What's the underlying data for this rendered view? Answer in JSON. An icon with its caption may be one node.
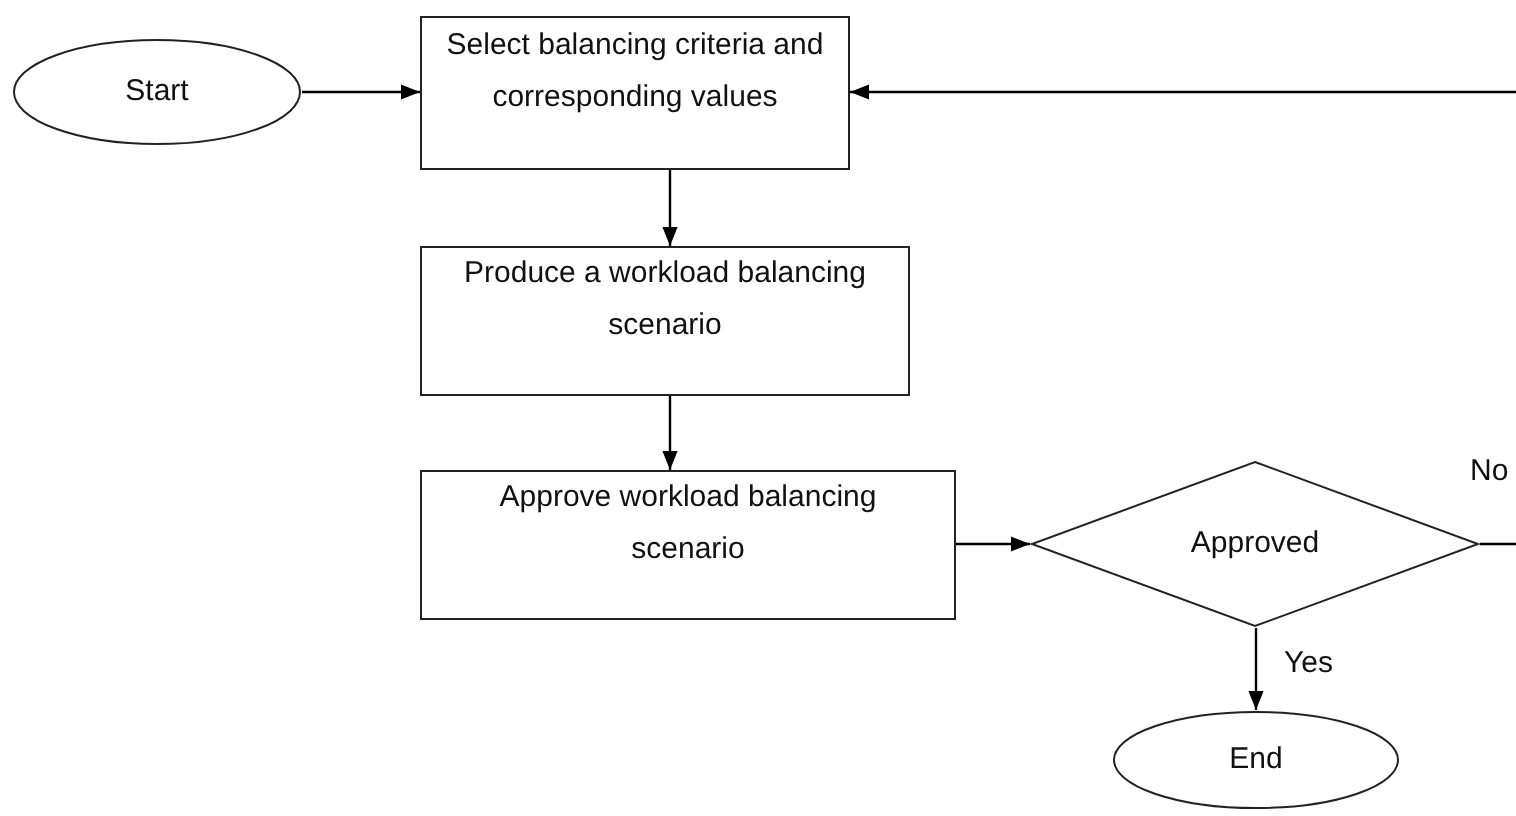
{
  "diagram": {
    "nodes": [
      {
        "text": [
          "Start"
        ]
      },
      {
        "text": [
          "Select balancing criteria and corresponding values"
        ]
      },
      {
        "text": [
          "Produce a workload balancing scenario"
        ]
      },
      {
        "text": [
          "Approve workload balancing scenario"
        ]
      },
      {
        "text": [
          "Approved"
        ]
      },
      {
        "text": [
          "End"
        ]
      }
    ],
    "edges": [
      {
        "from": 0,
        "to": 1,
        "arrow": "to"
      },
      {
        "from": 1,
        "to": 2,
        "arrow": "to"
      },
      {
        "from": 2,
        "to": 3,
        "arrow": "to"
      },
      {
        "from": 3,
        "to": 4,
        "arrow": "to"
      },
      {
        "from": 4,
        "to": 5,
        "arrow": "to",
        "label": "Yes"
      },
      {
        "from": 4,
        "to": null,
        "arrow": "none",
        "label": "No"
      },
      {
        "from": null,
        "to": 1,
        "arrow": "to"
      }
    ]
  }
}
